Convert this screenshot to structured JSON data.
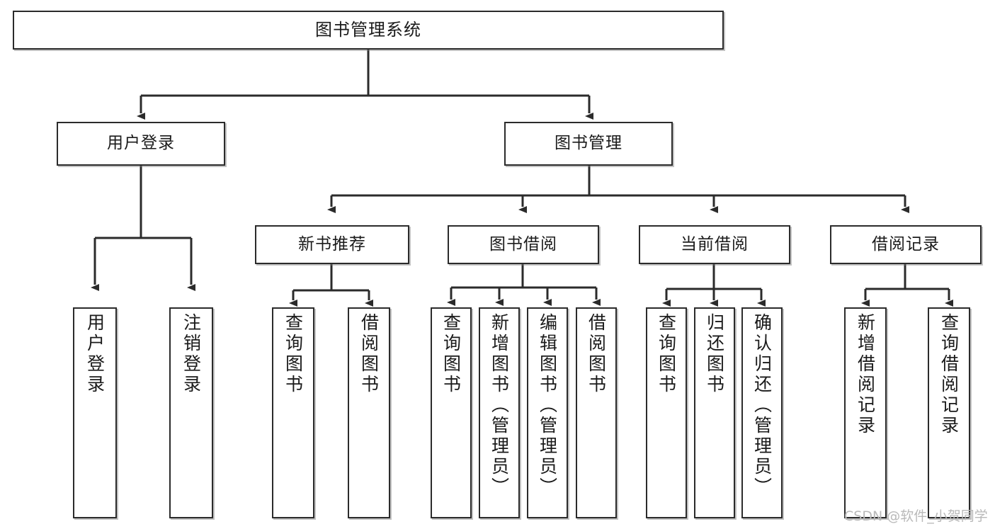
{
  "diagram": {
    "type": "tree-hierarchy-chart",
    "title": "图书管理系统",
    "background_color": "#ffffff",
    "box_border_color": "#2b2b2b",
    "edge_color": "#2b2b2b",
    "text_color": "#1a1a1a"
  },
  "nodes": {
    "root": {
      "label": "图书管理系统"
    },
    "level2": [
      {
        "label": "用户登录"
      },
      {
        "label": "图书管理"
      }
    ],
    "level3": [
      {
        "label": "新书推荐"
      },
      {
        "label": "图书借阅"
      },
      {
        "label": "当前借阅"
      },
      {
        "label": "借阅记录"
      }
    ],
    "leaves": {
      "user_login": [
        {
          "label": "用户登录"
        },
        {
          "label": "注销登录"
        }
      ],
      "new_book_recommend": [
        {
          "label": "查询图书"
        },
        {
          "label": "借阅图书"
        }
      ],
      "book_borrow": [
        {
          "label": "查询图书"
        },
        {
          "label": "新增图书（管理员）"
        },
        {
          "label": "编辑图书（管理员）"
        },
        {
          "label": "借阅图书"
        }
      ],
      "current_borrow": [
        {
          "label": "查询图书"
        },
        {
          "label": "归还图书"
        },
        {
          "label": "确认归还（管理员）"
        }
      ],
      "borrow_record": [
        {
          "label": "新增借阅记录"
        },
        {
          "label": "查询借阅记录"
        }
      ]
    }
  },
  "watermark": {
    "text": "CSDN @软件_小贺同学",
    "color": "#b9b9b9"
  }
}
